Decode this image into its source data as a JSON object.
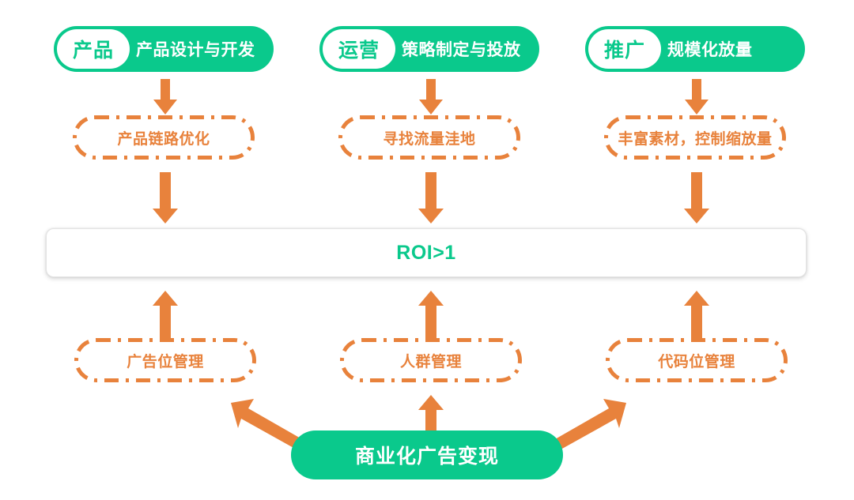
{
  "palette": {
    "green": "#0ac98c",
    "orange": "#e8823c",
    "white": "#ffffff",
    "bar_border": "#e3e3e3"
  },
  "diagram": {
    "title_text": "ROI>1",
    "columns": [
      {
        "key": "product",
        "badge": "产品",
        "header": "产品设计与开发",
        "step": "产品链路优化",
        "bottom": "广告位管理"
      },
      {
        "key": "operations",
        "badge": "运营",
        "header": "策略制定与投放",
        "step": "寻找流量洼地",
        "bottom": "人群管理"
      },
      {
        "key": "promotion",
        "badge": "推广",
        "header": "规模化放量",
        "step": "丰富素材，控制缩放量",
        "bottom": "代码位管理"
      }
    ],
    "center_bar": {
      "label": "ROI>1"
    },
    "source": {
      "label": "商业化广告变现"
    },
    "arrows": [
      {
        "name": "arrow-down-product-to-step",
        "direction": "down"
      },
      {
        "name": "arrow-down-operations-to-step",
        "direction": "down"
      },
      {
        "name": "arrow-down-promotion-to-step",
        "direction": "down"
      },
      {
        "name": "arrow-down-product-step-to-roi",
        "direction": "down"
      },
      {
        "name": "arrow-down-operations-step-to-roi",
        "direction": "down"
      },
      {
        "name": "arrow-down-promotion-step-to-roi",
        "direction": "down"
      },
      {
        "name": "arrow-up-adslot-to-roi",
        "direction": "up"
      },
      {
        "name": "arrow-up-audience-to-roi",
        "direction": "up"
      },
      {
        "name": "arrow-up-codeslot-to-roi",
        "direction": "up"
      },
      {
        "name": "arrow-diagonal-source-to-adslot",
        "direction": "up-left"
      },
      {
        "name": "arrow-up-source-to-audience",
        "direction": "up"
      },
      {
        "name": "arrow-diagonal-source-to-codeslot",
        "direction": "up-right"
      }
    ]
  }
}
